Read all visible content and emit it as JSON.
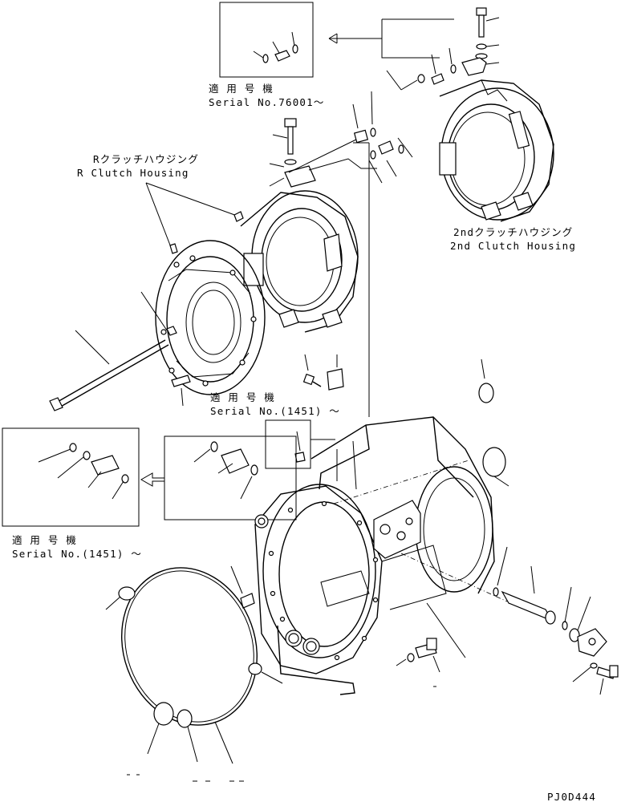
{
  "callouts": {
    "serial_76001_jp": "適 用 号 機",
    "serial_76001_en": "Serial No.76001～",
    "r_clutch_jp": "Rクラッチハウジング",
    "r_clutch_en": "R Clutch Housing",
    "second_clutch_jp": "2ndクラッチハウジング",
    "second_clutch_en": "2nd Clutch Housing",
    "serial_1451_mid_jp": "適 用 号 機",
    "serial_1451_mid_en": "Serial No.(1451) ～",
    "serial_1451_left_jp": "適 用 号 機",
    "serial_1451_left_en": "Serial No.(1451) ～"
  },
  "drawing_code": "PJ0D444"
}
